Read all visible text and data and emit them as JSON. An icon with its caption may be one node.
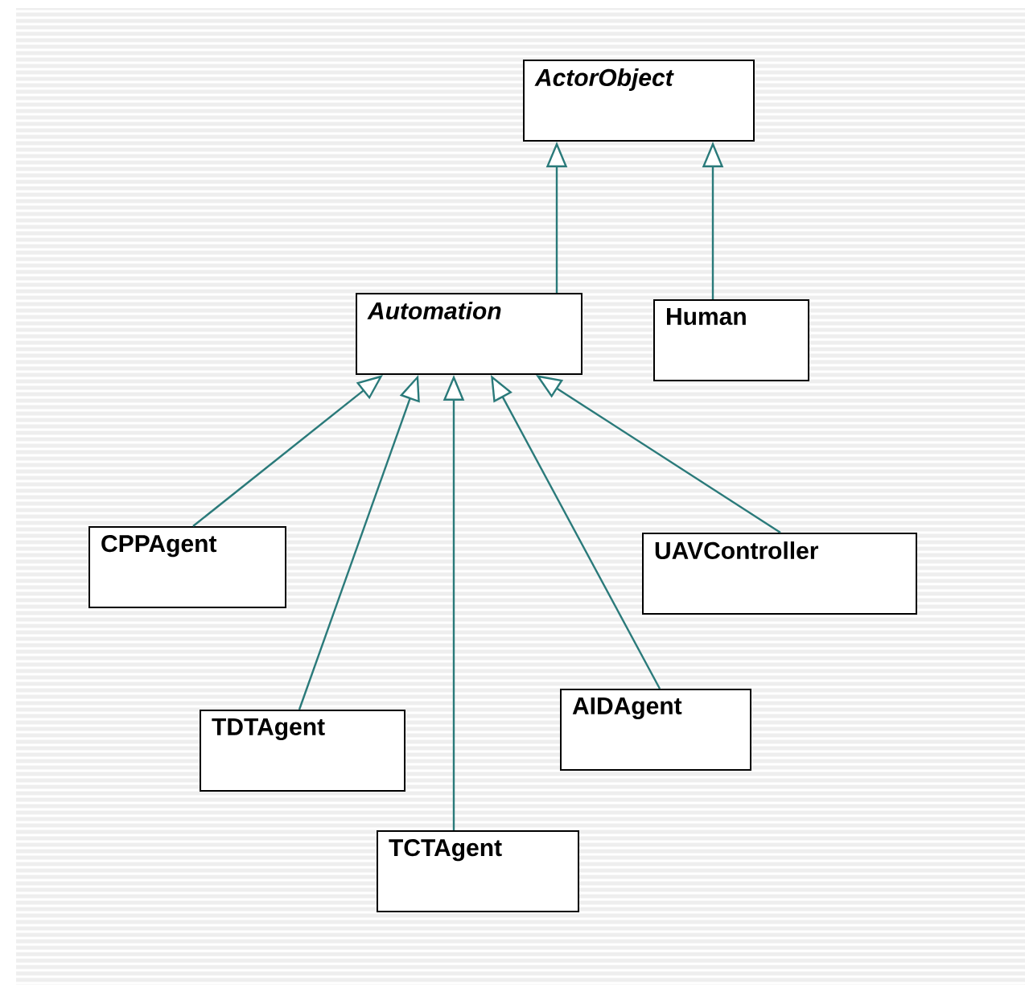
{
  "diagram": {
    "nodes": [
      {
        "text": [
          "ActorObject"
        ]
      },
      {
        "text": [
          "Automation"
        ]
      },
      {
        "text": [
          "Human"
        ]
      },
      {
        "text": [
          "CPPAgent"
        ]
      },
      {
        "text": [
          "UAVController"
        ]
      },
      {
        "text": [
          "TDTAgent"
        ]
      },
      {
        "text": [
          "AIDAgent"
        ]
      },
      {
        "text": [
          "TCTAgent"
        ]
      }
    ],
    "edges": [
      {
        "from": 1,
        "to": 0,
        "arrow": "to"
      },
      {
        "from": 2,
        "to": 0,
        "arrow": "to"
      },
      {
        "from": 3,
        "to": 1,
        "arrow": "to"
      },
      {
        "from": 5,
        "to": 1,
        "arrow": "to"
      },
      {
        "from": 7,
        "to": 1,
        "arrow": "to"
      },
      {
        "from": 6,
        "to": 1,
        "arrow": "to"
      },
      {
        "from": 4,
        "to": 1,
        "arrow": "to"
      }
    ]
  }
}
